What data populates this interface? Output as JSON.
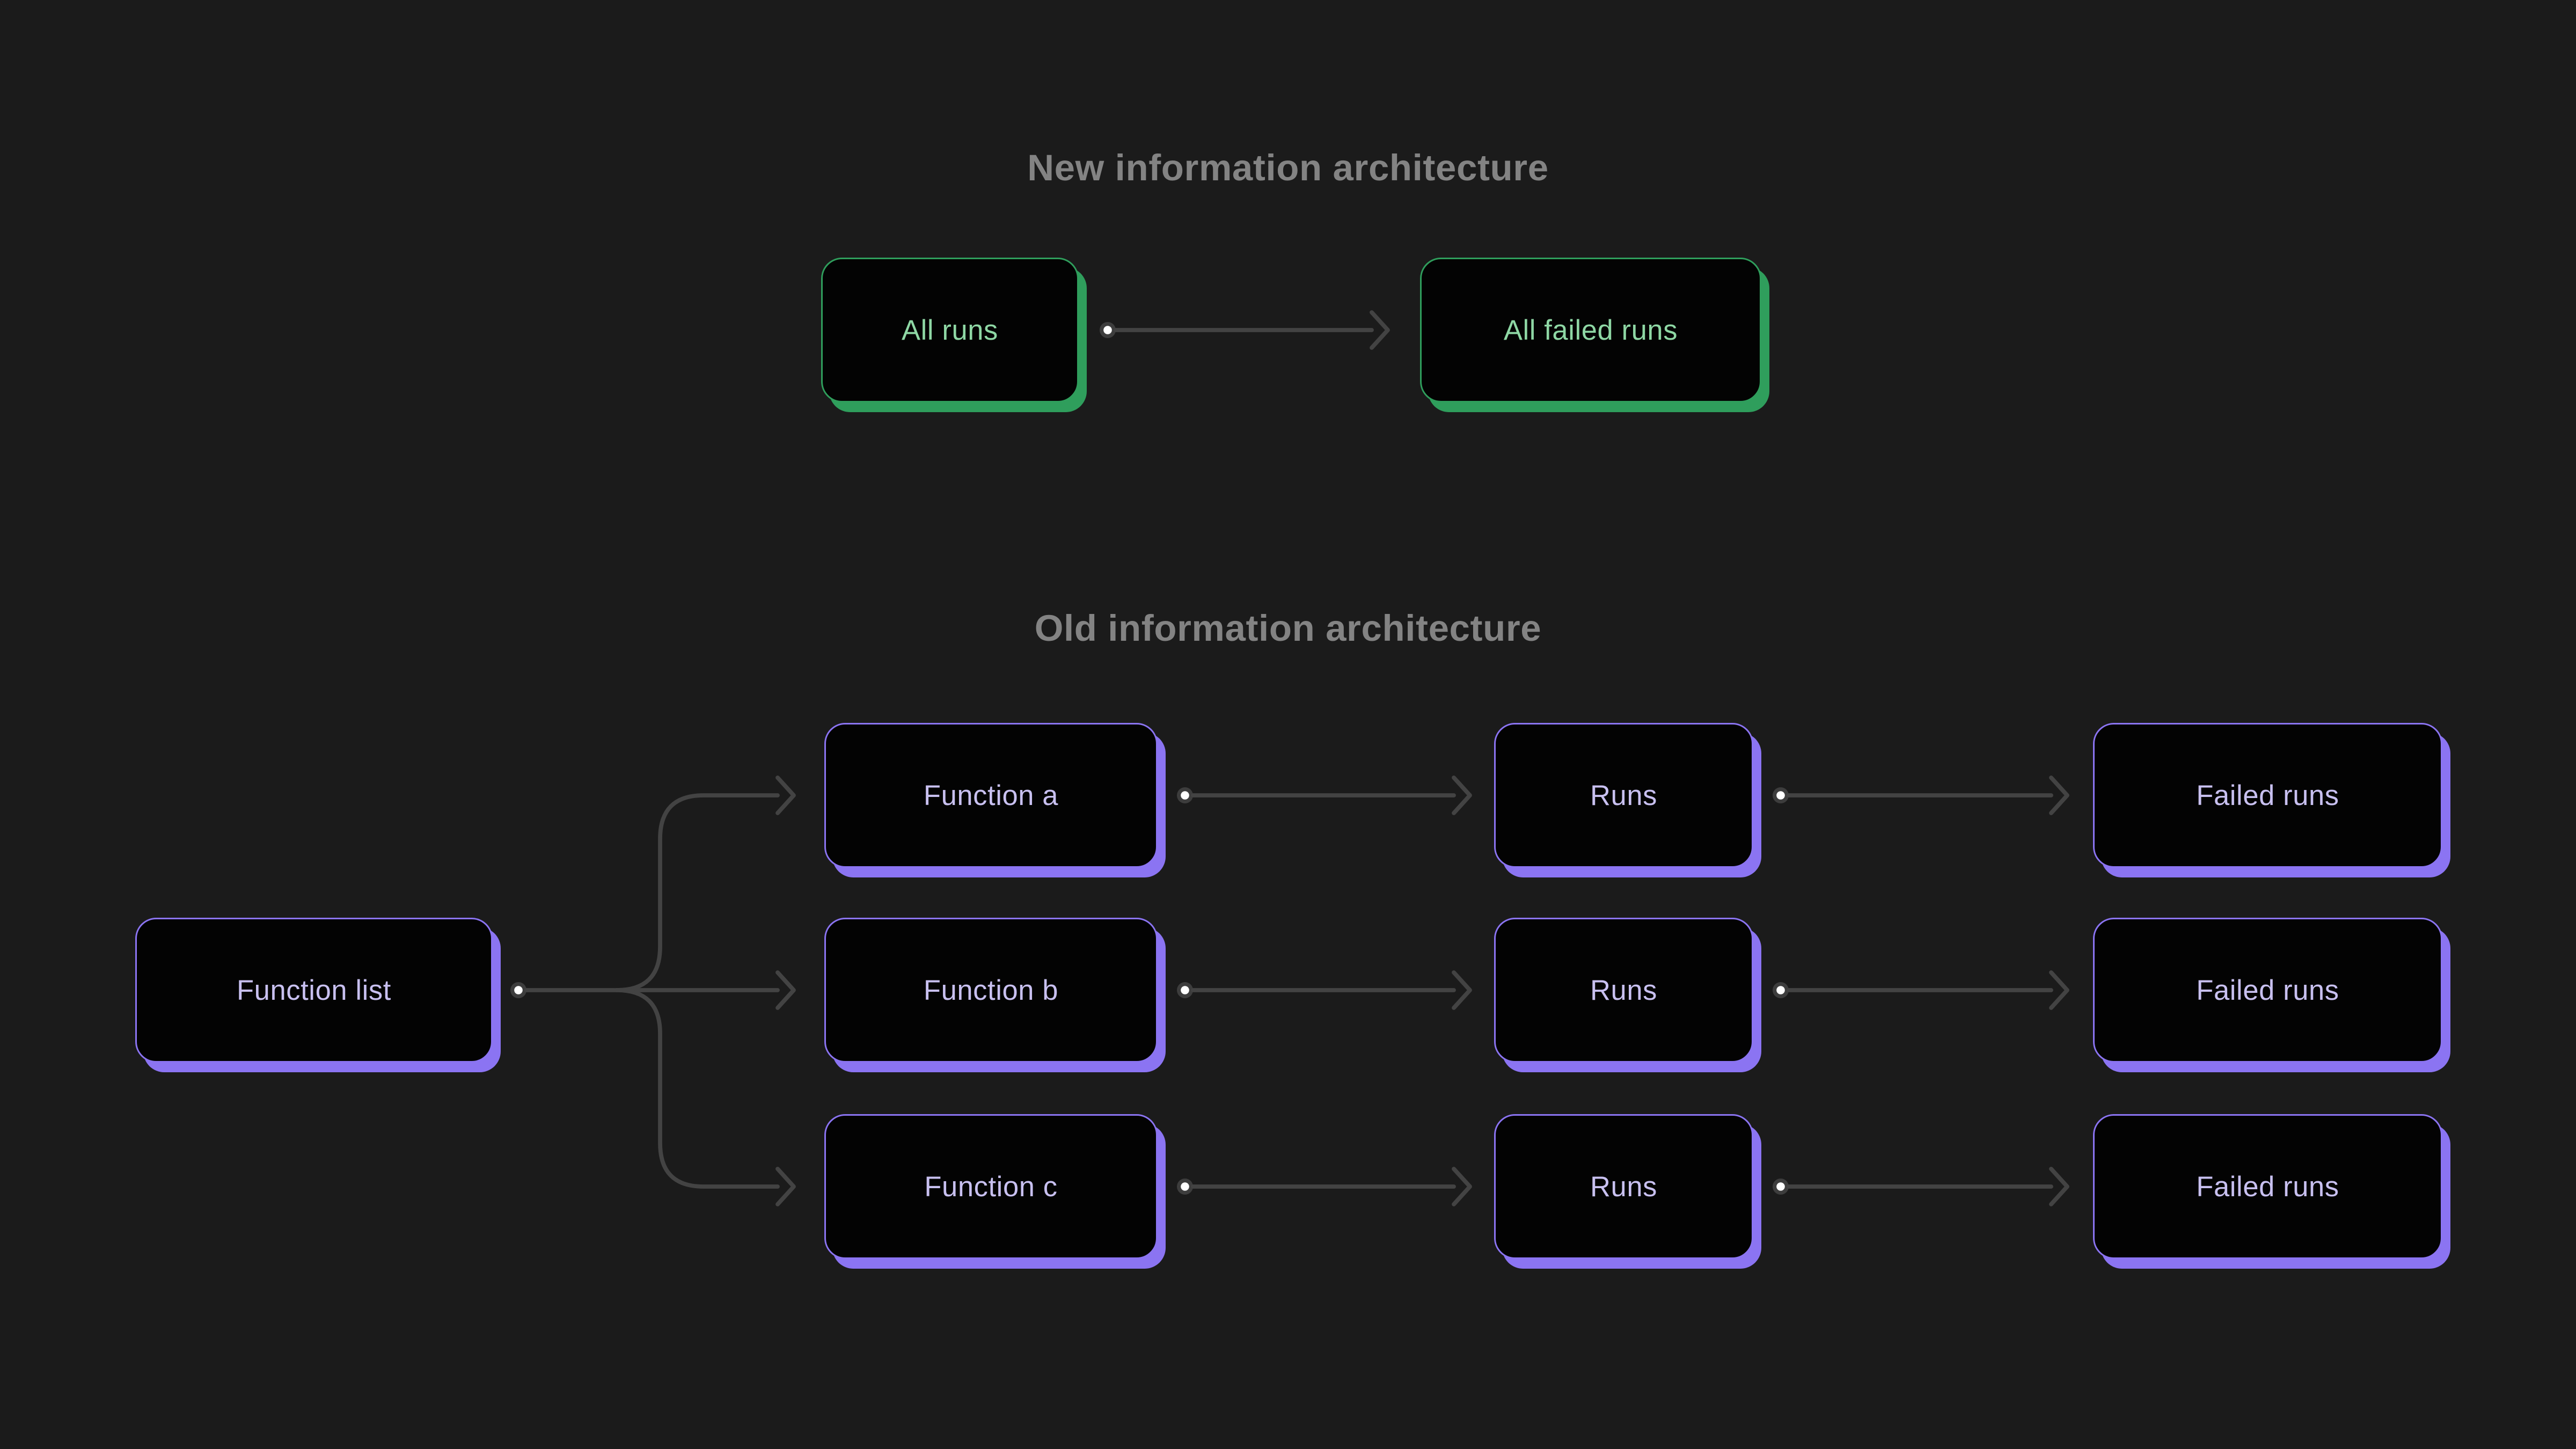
{
  "diagram": {
    "background_color": "#1b1b1b",
    "node_fill_color": "#030303",
    "title_color": "#838383",
    "connector": {
      "line_color": "#434343",
      "dot_ring_color": "#3d3d3d",
      "dot_fill_color": "#ffffff"
    },
    "new_section": {
      "title": "New information architecture",
      "accent_color": "#2f9e5c",
      "label_color": "#8ed7a4",
      "nodes": {
        "all_runs": "All runs",
        "all_failed_runs": "All failed runs"
      }
    },
    "old_section": {
      "title": "Old information architecture",
      "accent_color": "#8b74f2",
      "label_color": "#c8c0f0",
      "function_list": "Function list",
      "rows": [
        {
          "function": "Function a",
          "runs": "Runs",
          "failed_runs": "Failed runs"
        },
        {
          "function": "Function b",
          "runs": "Runs",
          "failed_runs": "Failed runs"
        },
        {
          "function": "Function c",
          "runs": "Runs",
          "failed_runs": "Failed runs"
        }
      ]
    }
  }
}
